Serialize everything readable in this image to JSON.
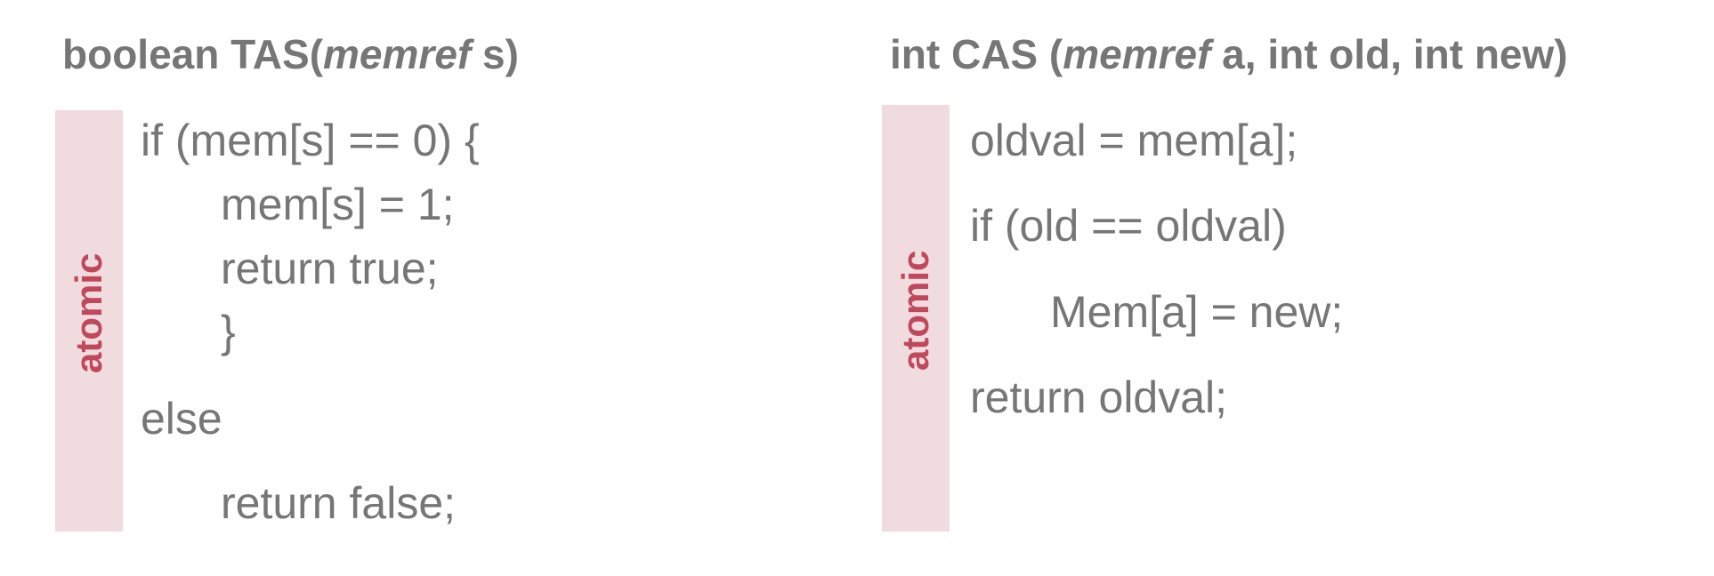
{
  "left": {
    "signature": {
      "prefix": "boolean TAS(",
      "italic": "memref",
      "suffix": " s)"
    },
    "atomic_label": "atomic",
    "lines": [
      "if (mem[s] == 0) {",
      "mem[s] = 1;",
      "return true;",
      "}",
      "else",
      "return false;"
    ]
  },
  "right": {
    "signature": {
      "prefix": "int CAS (",
      "italic": "memref",
      "suffix": " a, int old, int new)"
    },
    "atomic_label": "atomic",
    "lines": [
      "oldval = mem[a];",
      "if (old == oldval)",
      "Mem[a] = new;",
      "return oldval;"
    ]
  },
  "colors": {
    "text": "#767676",
    "atomic_bar": "#f0dcdf",
    "atomic_text": "#c0485c"
  }
}
